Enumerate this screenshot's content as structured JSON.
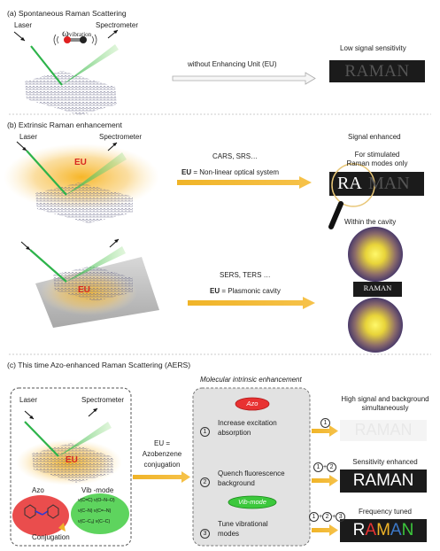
{
  "sections": {
    "a": {
      "title": "(a)  Spontaneous Raman Scattering"
    },
    "b": {
      "title": "(b)  Extrinsic Raman enhancement"
    },
    "c": {
      "title": "(c)  This time Azo-enhanced Raman Scattering (AERS)"
    }
  },
  "labels": {
    "laser": "Laser",
    "spectrometer": "Spectrometer",
    "omega": "ω",
    "vibration_sub": "vibration",
    "without_eu": "without Enhancing Unit (EU)",
    "low_signal": "Low signal sensitivity",
    "signal_enhanced": "Signal enhanced",
    "stimulated_line1": "For stimulated",
    "stimulated_line2": "Raman modes only",
    "cars_srs": "CARS, SRS…",
    "eu_nonlinear_bold": "EU",
    "eu_nonlinear_rest": " = Non-linear optical system",
    "eu": "EU",
    "within_cavity": "Within the cavity",
    "sers_ters": "SERS, TERS …",
    "eu_plasmonic_bold": "EU",
    "eu_plasmonic_rest": " = Plasmonic cavity",
    "molecular": "Molecular intrinsic enhancement",
    "azo_pill": "Azo",
    "vib_pill": "Vib-mode",
    "step1_line1": "Increase excitation",
    "step1_line2": "absorption",
    "step2_line1": "Quench fluorescence",
    "step2_line2": "background",
    "step3_line1": "Tune vibrational",
    "step3_line2": "modes",
    "n1": "1",
    "n2": "2",
    "n3": "3",
    "plus": "+",
    "eu_azo_line1": "EU =",
    "eu_azo_line2": "Azobenzene",
    "eu_azo_line3": "conjugation",
    "high_line1": "High signal and background",
    "high_line2": "simultaneously",
    "sensitivity": "Sensitivity enhanced",
    "frequency": "Frequency tuned",
    "azo_label": "Azo",
    "vibmode_label": "Vib -mode",
    "conjugation": "Conjugation",
    "vib1": "ν(C=C)   ν(O–N–O)",
    "vib2": "ν(C–N)   ν(C=–N)",
    "vib3": "ν(C–Cₐ)  ν(C–C)"
  },
  "raman": {
    "word": "RAMAN",
    "low_letters": [
      "R",
      "A",
      "M",
      "A",
      "N"
    ],
    "ra": "RA",
    "man": "MAN",
    "colored_letters": [
      "R",
      "A",
      "M",
      "A",
      "N"
    ]
  },
  "colors": {
    "accent_yellow": "#f0b428",
    "laser_green": "#2db34a",
    "eu_red": "#d8281f",
    "raman_box": "#1b1b1b",
    "azo_red": "#e83232",
    "vib_green": "#3cc83c",
    "raman_colors": [
      "#ffffff",
      "#e83232",
      "#f0b428",
      "#3c78c8",
      "#3cc83c"
    ]
  }
}
